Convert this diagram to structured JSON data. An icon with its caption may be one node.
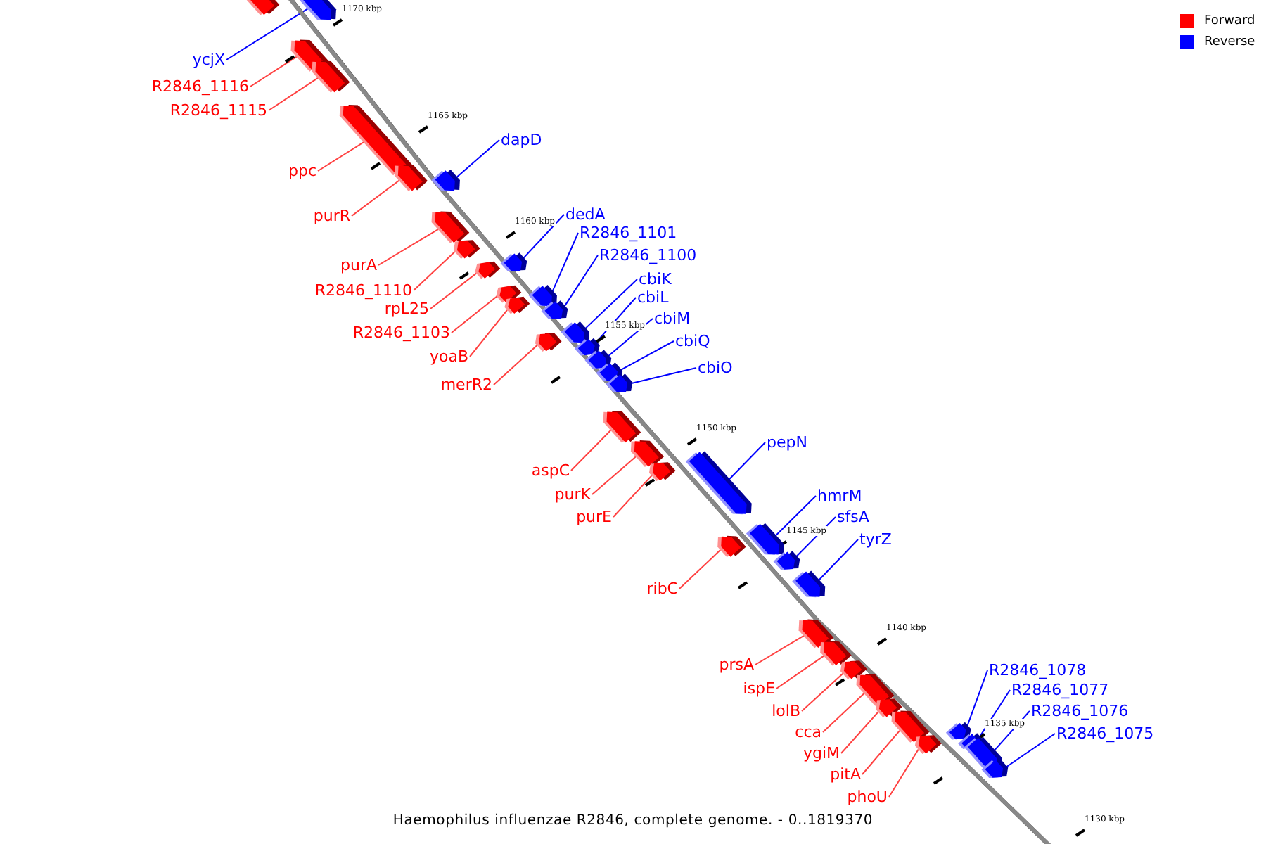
{
  "diagram": {
    "caption": "Haemophilus influenzae R2846, complete genome. - 0..1819370",
    "nodes": [
      {
        "text": [],
        "shape": "arrow"
      },
      {
        "text": [
          "ycjX"
        ]
      },
      {
        "text": [],
        "shape": "arrow"
      },
      {
        "text": [
          "R2846_1116"
        ]
      },
      {
        "text": [],
        "shape": "arrow"
      },
      {
        "text": [
          "R2846_1115"
        ]
      },
      {
        "text": [],
        "shape": "arrow"
      },
      {
        "text": [
          "dapD"
        ]
      },
      {
        "text": [],
        "shape": "arrow"
      },
      {
        "text": [
          "ppc"
        ]
      },
      {
        "text": [],
        "shape": "arrow"
      },
      {
        "text": [
          "dedA"
        ]
      },
      {
        "text": [],
        "shape": "arrow"
      },
      {
        "text": [
          "purR"
        ]
      },
      {
        "text": [],
        "shape": "arrow"
      },
      {
        "text": [
          "R2846_1101"
        ]
      },
      {
        "text": [],
        "shape": "arrow"
      },
      {
        "text": [
          "R2846_1100"
        ]
      },
      {
        "text": [],
        "shape": "arrow"
      },
      {
        "text": [
          "purA"
        ]
      },
      {
        "text": [],
        "shape": "arrow"
      },
      {
        "text": [
          "cbiK"
        ]
      },
      {
        "text": [],
        "shape": "arrow"
      },
      {
        "text": [
          "R2846_1110"
        ]
      },
      {
        "text": [],
        "shape": "arrow"
      },
      {
        "text": [
          "cbiL"
        ]
      },
      {
        "text": [],
        "shape": "arrow"
      },
      {
        "text": [
          "rpL25"
        ]
      },
      {
        "text": [],
        "shape": "arrow"
      },
      {
        "text": [
          "cbiM"
        ]
      },
      {
        "text": [],
        "shape": "arrow"
      },
      {
        "text": [
          "R2846_1103"
        ]
      },
      {
        "text": [],
        "shape": "arrow"
      },
      {
        "text": [
          "cbiQ"
        ]
      },
      {
        "text": [],
        "shape": "arrow"
      },
      {
        "text": [
          "yoaB"
        ]
      },
      {
        "text": [],
        "shape": "arrow"
      },
      {
        "text": [
          "cbiO"
        ]
      },
      {
        "text": [],
        "shape": "arrow"
      },
      {
        "text": [
          "merR2"
        ]
      },
      {
        "text": [],
        "shape": "arrow"
      },
      {
        "text": [
          "pepN"
        ]
      },
      {
        "text": [],
        "shape": "arrow"
      },
      {
        "text": [
          "aspC"
        ]
      },
      {
        "text": [],
        "shape": "arrow"
      },
      {
        "text": [
          "purK"
        ]
      },
      {
        "text": [],
        "shape": "arrow"
      },
      {
        "text": [
          "hmrM"
        ]
      },
      {
        "text": [],
        "shape": "arrow"
      },
      {
        "text": [
          "purE"
        ]
      },
      {
        "text": [],
        "shape": "arrow"
      },
      {
        "text": [
          "sfsA"
        ]
      },
      {
        "text": [],
        "shape": "arrow"
      },
      {
        "text": [
          "tyrZ"
        ]
      },
      {
        "text": [],
        "shape": "arrow"
      },
      {
        "text": [
          "ribC"
        ]
      },
      {
        "text": [],
        "shape": "arrow"
      },
      {
        "text": [
          "prsA"
        ]
      },
      {
        "text": [],
        "shape": "arrow"
      },
      {
        "text": [
          "R2846_1078"
        ]
      },
      {
        "text": [],
        "shape": "arrow"
      },
      {
        "text": [
          "ispE"
        ]
      },
      {
        "text": [],
        "shape": "arrow"
      },
      {
        "text": [
          "R2846_1077"
        ]
      },
      {
        "text": [],
        "shape": "arrow"
      },
      {
        "text": [
          "lolB"
        ]
      },
      {
        "text": [],
        "shape": "arrow"
      },
      {
        "text": [
          "R2846_1076"
        ]
      },
      {
        "text": [],
        "shape": "arrow"
      },
      {
        "text": [
          "cca"
        ]
      },
      {
        "text": [],
        "shape": "arrow"
      },
      {
        "text": [
          "R2846_1075"
        ]
      },
      {
        "text": [],
        "shape": "arrow"
      },
      {
        "text": [
          "ygiM"
        ]
      },
      {
        "text": [],
        "shape": "arrow"
      },
      {
        "text": [
          "pitA"
        ]
      },
      {
        "text": [],
        "shape": "arrow"
      },
      {
        "text": [
          "phoU"
        ]
      },
      {
        "text": [],
        "shape": "arrow"
      }
    ],
    "edges": [
      {
        "from": 1,
        "to": 2,
        "arrow": "none",
        "color": "#0000ff"
      },
      {
        "from": 3,
        "to": 4,
        "arrow": "none"
      },
      {
        "from": 5,
        "to": 6,
        "arrow": "none"
      },
      {
        "from": 7,
        "to": 8,
        "arrow": "none",
        "color": "#0000ff"
      },
      {
        "from": 9,
        "to": 10,
        "arrow": "none"
      },
      {
        "from": 11,
        "to": 12,
        "arrow": "none",
        "color": "#0000ff"
      },
      {
        "from": 13,
        "to": 14,
        "arrow": "none"
      },
      {
        "from": 15,
        "to": 16,
        "arrow": "none",
        "color": "#0000ff"
      },
      {
        "from": 17,
        "to": 18,
        "arrow": "none",
        "color": "#0000ff"
      },
      {
        "from": 19,
        "to": 20,
        "arrow": "none"
      },
      {
        "from": 21,
        "to": 22,
        "arrow": "none",
        "color": "#0000ff"
      },
      {
        "from": 23,
        "to": 24,
        "arrow": "none"
      },
      {
        "from": 25,
        "to": 26,
        "arrow": "none",
        "color": "#0000ff"
      },
      {
        "from": 27,
        "to": 28,
        "arrow": "none"
      },
      {
        "from": 29,
        "to": 30,
        "arrow": "none",
        "color": "#0000ff"
      },
      {
        "from": 31,
        "to": 32,
        "arrow": "none"
      },
      {
        "from": 33,
        "to": 34,
        "arrow": "none",
        "color": "#0000ff"
      },
      {
        "from": 35,
        "to": 36,
        "arrow": "none"
      },
      {
        "from": 37,
        "to": 38,
        "arrow": "none",
        "color": "#0000ff"
      },
      {
        "from": 39,
        "to": 40,
        "arrow": "none"
      },
      {
        "from": 41,
        "to": 42,
        "arrow": "none",
        "color": "#0000ff"
      },
      {
        "from": 43,
        "to": 44,
        "arrow": "none"
      },
      {
        "from": 45,
        "to": 46,
        "arrow": "none"
      },
      {
        "from": 47,
        "to": 48,
        "arrow": "none",
        "color": "#0000ff"
      },
      {
        "from": 49,
        "to": 50,
        "arrow": "none"
      },
      {
        "from": 51,
        "to": 52,
        "arrow": "none",
        "color": "#0000ff"
      },
      {
        "from": 53,
        "to": 54,
        "arrow": "none",
        "color": "#0000ff"
      },
      {
        "from": 55,
        "to": 56,
        "arrow": "none"
      },
      {
        "from": 57,
        "to": 58,
        "arrow": "none"
      },
      {
        "from": 59,
        "to": 60,
        "arrow": "none",
        "color": "#0000ff"
      },
      {
        "from": 61,
        "to": 62,
        "arrow": "none"
      },
      {
        "from": 63,
        "to": 64,
        "arrow": "none",
        "color": "#0000ff"
      },
      {
        "from": 65,
        "to": 66,
        "arrow": "none"
      },
      {
        "from": 67,
        "to": 68,
        "arrow": "none",
        "color": "#0000ff"
      },
      {
        "from": 69,
        "to": 70,
        "arrow": "none"
      },
      {
        "from": 71,
        "to": 72,
        "arrow": "none",
        "color": "#0000ff"
      },
      {
        "from": 73,
        "to": 74,
        "arrow": "none"
      },
      {
        "from": 75,
        "to": 76,
        "arrow": "none"
      },
      {
        "from": 77,
        "to": 78,
        "arrow": "none"
      }
    ],
    "labels": [
      "1170 kbp",
      "1165 kbp",
      "1160 kbp",
      "1155 kbp",
      "1150 kbp",
      "1145 kbp",
      "1140 kbp",
      "1135 kbp",
      "1130 kbp"
    ],
    "legend": [
      {
        "text": "Forward",
        "color": "#ff0000"
      },
      {
        "text": "Reverse",
        "color": "#0000ff"
      }
    ]
  }
}
